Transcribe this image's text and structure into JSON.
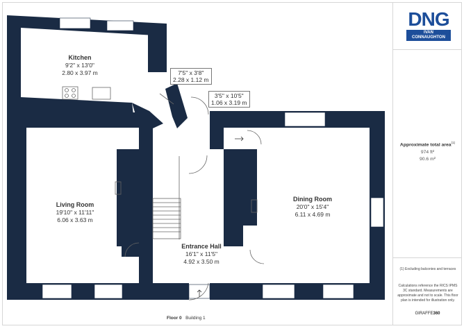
{
  "colors": {
    "wall": "#1a2b44",
    "logo_blue": "#1d4e9a",
    "line": "#666666"
  },
  "rooms": [
    {
      "name": "Kitchen",
      "imperial": "9'2\" x 13'0\"",
      "metric": "2.80 x 3.97 m"
    },
    {
      "name": "Living Room",
      "imperial": "19'10\" x 11'11\"",
      "metric": "6.06 x 3.63 m"
    },
    {
      "name": "Entrance Hall",
      "imperial": "16'1\" x 11'5\"",
      "metric": "4.92 x 3.50 m"
    },
    {
      "name": "Dining Room",
      "imperial": "20'0\" x 15'4\"",
      "metric": "6.11 x 4.69 m"
    }
  ],
  "small_rooms": [
    {
      "imperial": "7'5\" x 3'8\"",
      "metric": "2.28 x 1.12 m"
    },
    {
      "imperial": "3'5\" x 10'5\"",
      "metric": "1.06 x 3.19 m"
    }
  ],
  "footer": {
    "floor": "Floor 0",
    "building": "Building 1"
  },
  "logo": {
    "brand": "DNG",
    "sub1": "IVAN",
    "sub2": "CONNAUGHTON"
  },
  "area": {
    "title": "Approximate total area",
    "footnote_mark": "(1)",
    "sqft": "974 ft²",
    "sqm": "90.6 m²"
  },
  "notes": {
    "exclusion": "(1) Excluding balconies and terraces",
    "disclaimer": "Calculations reference the RICS IPMS 3C standard. Measurements are approximate and not to scale. This floor plan is intended for illustration only.",
    "brand_prefix": "GIRAFFE",
    "brand_suffix": "360"
  }
}
